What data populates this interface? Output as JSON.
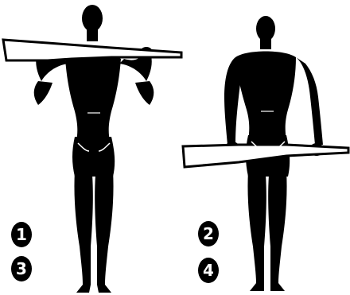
{
  "figure": {
    "colors": {
      "silhouette": "#000000",
      "rifle": "#ffffff",
      "background": "#ffffff"
    },
    "figures": [
      {
        "pose": "arms-up-rifle-behind-neck",
        "steps": [
          "1",
          "3"
        ]
      },
      {
        "pose": "arms-down-rifle-at-thighs",
        "steps": [
          "2",
          "4"
        ]
      }
    ]
  }
}
